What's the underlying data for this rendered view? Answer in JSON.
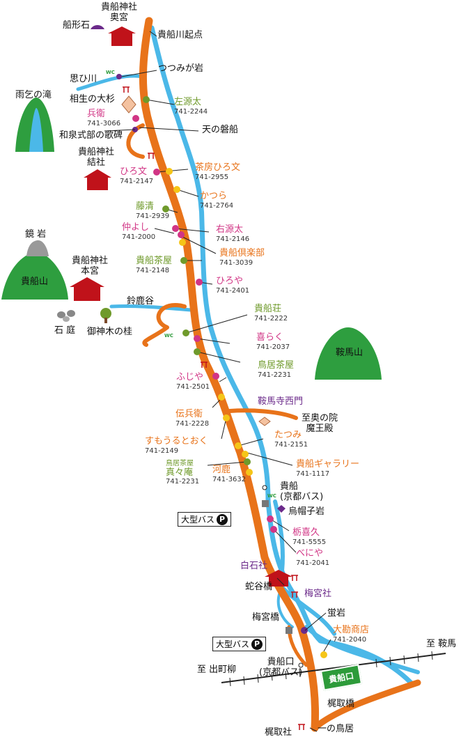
{
  "colors": {
    "road": "#e8731a",
    "river": "#4bb8e8",
    "shrine": "#c0121a",
    "mountain": "#2e9e3f",
    "rail": "#222222",
    "station": "#2d9b3a"
  },
  "icons": {
    "shrine": "shrine-icon",
    "mountain": "mountain-icon",
    "restaurant_dot": "restaurant-dot-icon",
    "parking": "parking-icon",
    "torii": "torii-icon",
    "toilet": "toilet-icon",
    "rock": "rock-icon"
  },
  "landmarks": {
    "okumiya": "貴船神社\n奥宮",
    "funagataishi": "船形石",
    "kibunegawa_start": "貴船川起点",
    "tsutsumigaiwa": "つつみが岩",
    "omoigawa": "思ひ川",
    "aioi_sugi": "相生の大杉",
    "amagoi": "雨乞の滝",
    "izumishikibu": "和泉式部の歌碑",
    "amanoiwafune": "天の磐船",
    "yuinoyashiro": "貴船神社\n結社",
    "kagami_iwa": "鏡 岩",
    "kibuneyama": "貴船山",
    "hongu": "貴船神社\n本宮",
    "suzukadani": "鈴鹿谷",
    "sekitei": "石 庭",
    "goshinboku": "御神木の桂",
    "kuramadera_nishimon": "鞍馬寺西門",
    "okunoin": "至奥の院\n魔王殿",
    "kuramayama": "鞍馬山",
    "bus_kibune": "貴船\n(京都バス)",
    "eboshiiwa": "烏帽子岩",
    "large_bus_1": "大型バス",
    "shiraishi": "白石社",
    "umenomiya": "梅宮社",
    "jadanibashi": "蛇谷橋",
    "umenomiyabashi": "梅宮橋",
    "hotaruiwa": "蛍岩",
    "large_bus_2": "大型バス",
    "kibuneguchi_bus": "貴船口\n(京都バス)",
    "to_kurama": "至 鞍馬",
    "to_demachiyanagi": "至 出町柳",
    "kibuneguchi_station": "貴船口",
    "kajitoribashi": "梶取橋",
    "ichinotorii": "一の鳥居",
    "kajitorisha": "梶取社",
    "parking_symbol": "P",
    "wc": "WC"
  },
  "shops": [
    {
      "id": "sagenta",
      "name": "左源太",
      "tel": "741-2244"
    },
    {
      "id": "hyoe",
      "name": "兵衛",
      "tel": "741-3066"
    },
    {
      "id": "sabohirobun",
      "name": "茶房ひろ文",
      "tel": "741-2955"
    },
    {
      "id": "hirobun",
      "name": "ひろ文",
      "tel": "741-2147"
    },
    {
      "id": "katsura",
      "name": "かつら",
      "tel": "741-2764"
    },
    {
      "id": "fujisei",
      "name": "藤清",
      "tel": "741-2939"
    },
    {
      "id": "ugenta",
      "name": "右源太",
      "tel": "741-2146"
    },
    {
      "id": "nakayoshi",
      "name": "仲よし",
      "tel": "741-2000"
    },
    {
      "id": "kibuneclub",
      "name": "貴船倶楽部",
      "tel": "741-3039"
    },
    {
      "id": "kibunechaya",
      "name": "貴船茶屋",
      "tel": "741-2148"
    },
    {
      "id": "hiroya",
      "name": "ひろや",
      "tel": "741-2401"
    },
    {
      "id": "kibunesou",
      "name": "貴船荘",
      "tel": "741-2222"
    },
    {
      "id": "kiraku",
      "name": "喜らく",
      "tel": "741-2037"
    },
    {
      "id": "toriichaya",
      "name": "鳥居茶屋",
      "tel": "741-2231"
    },
    {
      "id": "fujiya",
      "name": "ふじや",
      "tel": "741-2501"
    },
    {
      "id": "denbee",
      "name": "伝兵衛",
      "tel": "741-2228"
    },
    {
      "id": "sumourutooku",
      "name": "すもうるとおく",
      "tel": "741-2149"
    },
    {
      "id": "tatsumi",
      "name": "たつみ",
      "tel": "741-2151"
    },
    {
      "id": "kibunegallery",
      "name": "貴船ギャラリー",
      "tel": "741-1117"
    },
    {
      "id": "mamaan_sub",
      "name": "鳥居茶屋",
      "tel": ""
    },
    {
      "id": "mamaan",
      "name": "真々庵",
      "tel": "741-2231"
    },
    {
      "id": "kaji",
      "name": "河鹿",
      "tel": "741-3632"
    },
    {
      "id": "tochikiku",
      "name": "栃喜久",
      "tel": "741-5555"
    },
    {
      "id": "beniya",
      "name": "べにや",
      "tel": "741-2041"
    },
    {
      "id": "daikanshoten",
      "name": "大勘商店",
      "tel": "741-2040"
    }
  ]
}
